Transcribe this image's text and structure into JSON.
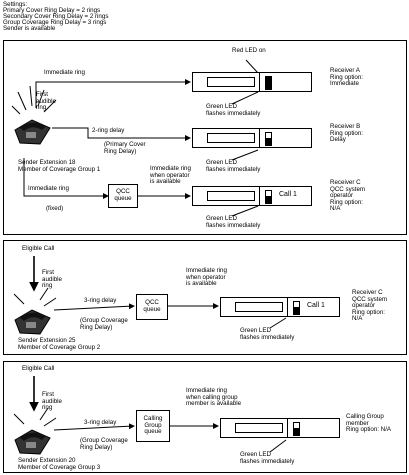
{
  "settings": {
    "lines": [
      "Settings:",
      "Primary Cover Ring Delay = 2 rings",
      "Secondary Cover Ring Delay = 2 rings",
      "Group Coverage Ring Delay = 3 rings",
      "Sender is available"
    ]
  },
  "panel1": {
    "first_ring": "First\naudible\nring",
    "immediate_ring_a": "Immediate ring",
    "red_led": "Red LED on",
    "green_led_a": "Green LED\nflashes immediately",
    "receiver_a": "Receiver A\nRing option:\nImmediate",
    "two_ring_delay": "2-ring delay",
    "primary_cover": "(Primary Cover\nRing Delay)",
    "green_led_b": "Green LED\nflashes immediately",
    "receiver_b": "Receiver B\nRing option:\nDelay",
    "sender": "Sender Extension 18\nMember of Coverage Group 1",
    "immediate_ring_c": "Immediate ring",
    "fixed": "(fixed)",
    "qcc_queue": "QCC\nqueue",
    "immediate_when_operator": "Immediate ring\nwhen operator\nis available",
    "call_label": "Call 1",
    "green_led_c": "Green LED\nflashes immediately",
    "receiver_c": "Receiver C\nQCC system\noperator\nRing option:\nN/A"
  },
  "panel2": {
    "eligible_call": "Eligible Call",
    "first_ring": "First\naudible\nring",
    "three_ring_delay": "3-ring delay",
    "group_coverage": "(Group Coverage\nRing Delay)",
    "qcc_queue": "QCC\nqueue",
    "immediate_when_operator": "Immediate ring\nwhen operator\nis available",
    "call_label": "Call 1",
    "green_led": "Green LED\nflashes immediately",
    "receiver_c": "Receiver C\nQCC system\noperator\nRing option:\nN/A",
    "sender": "Sender Extension 25\nMember of Coverage Group 2"
  },
  "panel3": {
    "eligible_call": "Eligible Call",
    "first_ring": "First\naudible\nring",
    "three_ring_delay": "3-ring delay",
    "group_coverage": "(Group Coverage\nRing Delay)",
    "calling_group_queue": "Calling\nGroup\nqueue",
    "immediate_when_member": "Immediate ring\nwhen calling group\nmember is available",
    "green_led": "Green LED\nflashes immediately",
    "calling_group_member": "Calling Group\nmember\nRing option: N/A",
    "sender": "Sender Extension 20\nMember of Coverage Group 3"
  }
}
